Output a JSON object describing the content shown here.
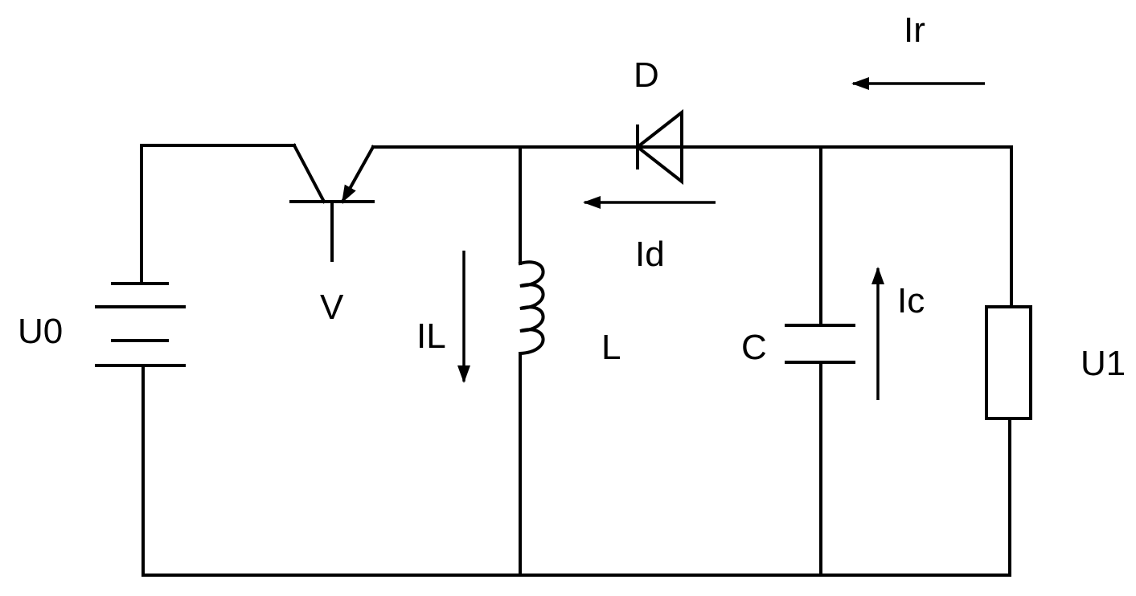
{
  "labels": {
    "battery": "U0",
    "transistor": "V",
    "diode": "D",
    "inductor": "L",
    "capacitor": "C",
    "load": "U1",
    "current_inductor": "IL",
    "current_diode": "Id",
    "current_capacitor": "Ic",
    "current_load": "Ir"
  }
}
